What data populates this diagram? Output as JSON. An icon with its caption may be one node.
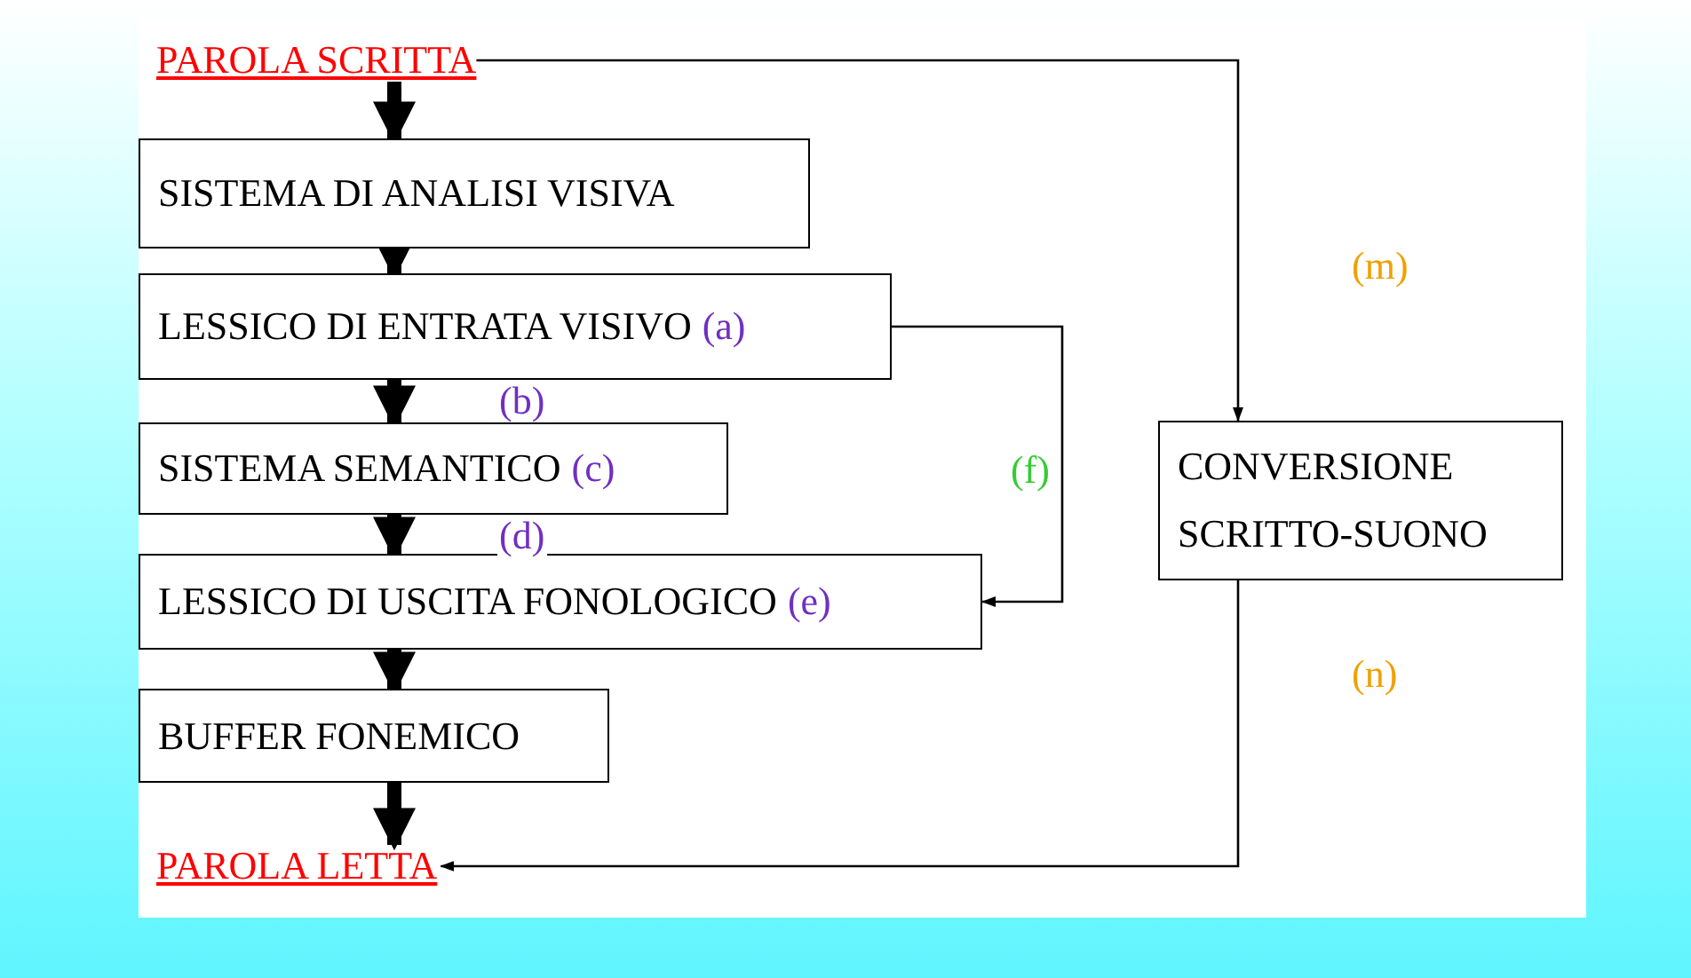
{
  "diagram": {
    "nodes": [
      {
        "text": [
          "PAROLA SCRITTA"
        ]
      },
      {
        "text": [
          "SISTEMA DI ANALISI VISIVA"
        ]
      },
      {
        "text": [
          "LESSICO DI ENTRATA VISIVO",
          "(a)"
        ]
      },
      {
        "text": [
          "SISTEMA SEMANTICO",
          "(c)"
        ]
      },
      {
        "text": [
          "LESSICO DI USCITA FONOLOGICO",
          "(e)"
        ]
      },
      {
        "text": [
          "BUFFER FONEMICO"
        ]
      },
      {
        "text": [
          "PAROLA LETTA"
        ]
      },
      {
        "text": [
          "CONVERSIONE SCRITTO-SUONO"
        ]
      }
    ],
    "edges": [
      {
        "from": 0,
        "to": 1,
        "arrow": "to"
      },
      {
        "from": 1,
        "to": 2,
        "arrow": "to"
      },
      {
        "from": 2,
        "to": 3,
        "arrow": "to",
        "label": "(b)"
      },
      {
        "from": 3,
        "to": 4,
        "arrow": "to",
        "label": "(d)"
      },
      {
        "from": 4,
        "to": 5,
        "arrow": "to"
      },
      {
        "from": 5,
        "to": 6,
        "arrow": "to"
      },
      {
        "from": 0,
        "to": 7,
        "arrow": "to",
        "label": "(m)"
      },
      {
        "from": 2,
        "to": 4,
        "arrow": "to",
        "label": "(f)"
      },
      {
        "from": 7,
        "to": 6,
        "arrow": "to",
        "label": "(n)"
      }
    ]
  }
}
